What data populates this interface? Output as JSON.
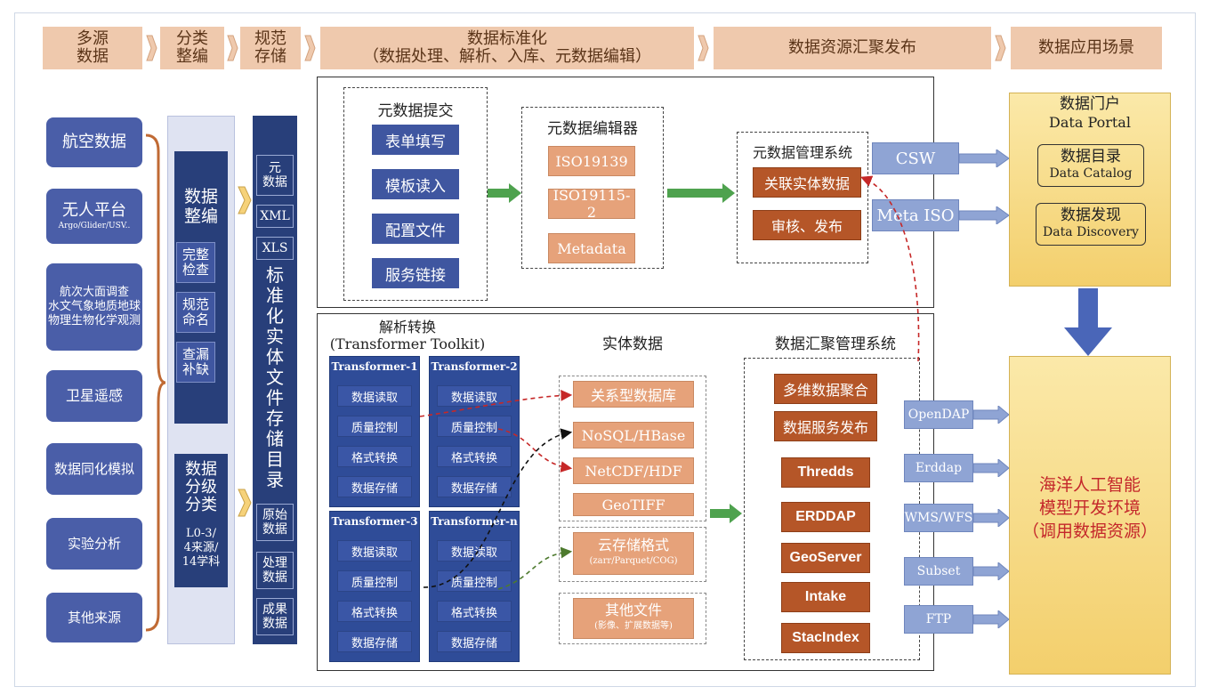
{
  "header": [
    {
      "label": "多源\n数据"
    },
    {
      "label": "分类\n整编"
    },
    {
      "label": "规范\n存储"
    },
    {
      "label": "数据标准化\n（数据处理、解析、入库、元数据编辑）"
    },
    {
      "label": "数据资源汇聚发布"
    },
    {
      "label": "数据应用场景"
    }
  ],
  "sources": [
    {
      "label": "航空数据",
      "sub": ""
    },
    {
      "label": "无人平台",
      "sub": "Argo/Glider/USV.."
    },
    {
      "label": "航次大面调查\n水文气象地质地球物理生物化学观测",
      "sub": ""
    },
    {
      "label": "卫星遥感",
      "sub": ""
    },
    {
      "label": "数据同化模拟",
      "sub": ""
    },
    {
      "label": "实验分析",
      "sub": ""
    },
    {
      "label": "其他来源",
      "sub": ""
    }
  ],
  "classify": {
    "top_title": "数据\n整编",
    "top_items": [
      "完整\n检查",
      "规范\n命名",
      "查漏\n补缺"
    ],
    "bottom_title": "数据\n分级\n分类",
    "bottom_note": "L0-3/\n4来源/\n14学科"
  },
  "storage": {
    "items": [
      "元\n数据",
      "XML",
      "XLS"
    ],
    "vertical": "标准化实体文件存储目录",
    "lower": [
      "原始\n数据",
      "处理\n数据",
      "成果\n数据"
    ]
  },
  "metadata_submit": {
    "title": "元数据提交",
    "items": [
      "表单填写",
      "模板读入",
      "配置文件",
      "服务链接"
    ]
  },
  "metadata_editor": {
    "title": "元数据编辑器",
    "items": [
      "ISO19139",
      "ISO19115-2",
      "Metadata"
    ]
  },
  "metadata_mgmt": {
    "title": "元数据管理系统",
    "items": [
      "关联实体数据",
      "审核、发布"
    ]
  },
  "transform": {
    "title": "解析转换\n(Transformer Toolkit)",
    "blocks": [
      {
        "name": "Transformer-1",
        "steps": [
          "数据读取",
          "质量控制",
          "格式转换",
          "数据存储"
        ]
      },
      {
        "name": "Transformer-2",
        "steps": [
          "数据读取",
          "质量控制",
          "格式转换",
          "数据存储"
        ]
      },
      {
        "name": "Transformer-3",
        "steps": [
          "数据读取",
          "质量控制",
          "格式转换",
          "数据存储"
        ]
      },
      {
        "name": "Transformer-n",
        "steps": [
          "数据读取",
          "质量控制",
          "格式转换",
          "数据存储"
        ]
      }
    ]
  },
  "entity": {
    "title": "实体数据",
    "items": [
      "关系型数据库",
      "NoSQL/HBase",
      "NetCDF/HDF",
      "GeoTIFF"
    ],
    "cloud": "云存储格式",
    "cloud_sub": "(zarr/Parquet/COG)",
    "other": "其他文件",
    "other_sub": "(影像、扩展数据等)"
  },
  "aggregation": {
    "title": "数据汇聚管理系统",
    "items": [
      "多维数据聚合",
      "数据服务发布",
      "Thredds",
      "ERDDAP",
      "GeoServer",
      "Intake",
      "StacIndex"
    ]
  },
  "services_top": [
    "CSW",
    "Meta ISO"
  ],
  "services_bottom": [
    "OpenDAP",
    "Erddap",
    "WMS/WFS",
    "Subset",
    "FTP"
  ],
  "portal": {
    "title": "数据门户",
    "title_en": "Data Portal",
    "items": [
      {
        "cn": "数据目录",
        "en": "Data Catalog"
      },
      {
        "cn": "数据发现",
        "en": "Data Discovery"
      }
    ]
  },
  "ai_env": "海洋人工智能\n模型开发环境\n（调用数据资源）",
  "colors": {
    "header": "#efc9ad",
    "blue": "#3f56a0",
    "tan": "#e6a27a",
    "brown": "#b55628",
    "steel": "#8fa4d4",
    "portal": "#f6dc86",
    "ai_text": "#c4272b"
  }
}
